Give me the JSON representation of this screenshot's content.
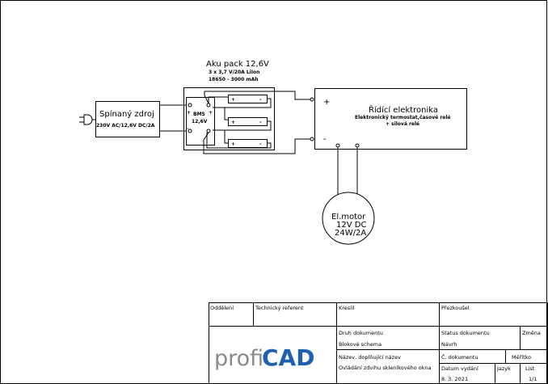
{
  "power_supply": {
    "title": "Spínaný zdroj",
    "spec": "230V AC/12,6V DC/2A"
  },
  "battery_pack": {
    "title": "Aku pack 12,6V",
    "spec1": "3 x 3,7 V/20A LiIon",
    "spec2": "18650 - 3000 mAh",
    "bms_label": "BMS",
    "bms_voltage": "12,6V",
    "plus": "+",
    "minus": "-"
  },
  "control": {
    "title": "Řídící elektronika",
    "sub1": "Elektronický termostat,časové relé",
    "sub2": "+ silová relé",
    "plus": "+",
    "minus": "-"
  },
  "motor": {
    "line1": "El.motor",
    "line2": "12V DC",
    "line3": "24W/2A"
  },
  "title_block": {
    "department": "Oddělení",
    "tech_ref": "Technický referent",
    "drew": "Kreslil",
    "checked": "Přezkoušel",
    "logo": "profiCAD",
    "doc_type_label": "Druh dokumentu",
    "doc_type": "Blokové schema",
    "doc_status_label": "Status dokumentu",
    "doc_status": "Návrh",
    "change": "Změna",
    "name_label": "Název, doplňující název",
    "name": "Ovládání zdvihu skleníkového okna",
    "doc_no": "Č. dokumentu",
    "scale": "Měřítko",
    "date_label": "Datum vydání",
    "date": "8. 3. 2021",
    "lang": "Jazyk",
    "sheet_label": "List",
    "sheet": "1/1"
  },
  "colors": {
    "logo_gray": "#8a8a8a",
    "logo_blue": "#1f5fb0"
  }
}
